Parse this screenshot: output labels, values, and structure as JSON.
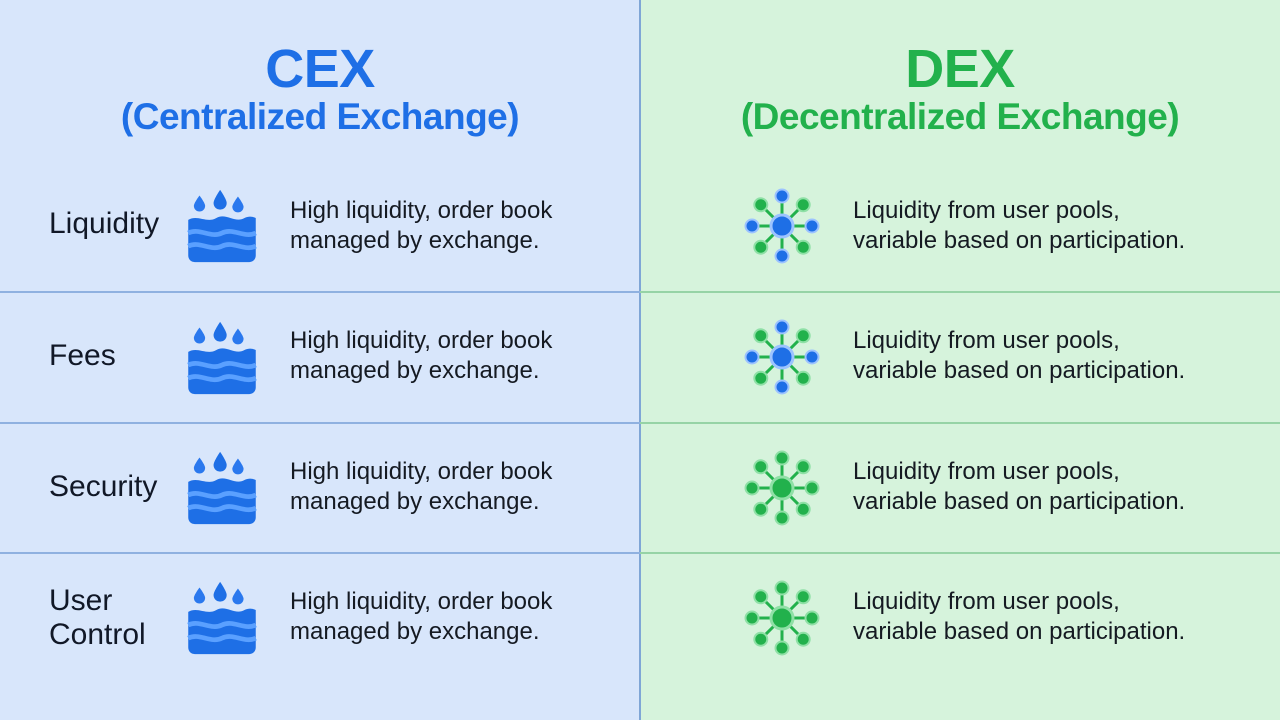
{
  "cex": {
    "title": "CEX",
    "subtitle": "(Centralized Exchange)",
    "icon": "water-drops-icon",
    "color": "#1e6fe6"
  },
  "dex": {
    "title": "DEX",
    "subtitle": "(Decentralized Exchange)",
    "icon": "network-nodes-icon",
    "color": "#22b14c"
  },
  "rows": [
    {
      "label": "Liquidity",
      "cex_line1": "High liquidity, order book",
      "cex_line2": "managed by exchange.",
      "dex_line1": "Liquidity from user pools,",
      "dex_line2": "variable based on participation."
    },
    {
      "label": "Fees",
      "cex_line1": "High liquidity, order book",
      "cex_line2": "managed by exchange.",
      "dex_line1": "Liquidity from user pools,",
      "dex_line2": "variable based on participation."
    },
    {
      "label": "Security",
      "cex_line1": "High liquidity, order book",
      "cex_line2": "managed by exchange.",
      "dex_line1": "Liquidity from user pools,",
      "dex_line2": "variable based on participation."
    },
    {
      "label_line1": "User",
      "label_line2": "Control",
      "cex_line1": "High liquidity, order book",
      "cex_line2": "managed by exchange.",
      "dex_line1": "Liquidity from user pools,",
      "dex_line2": "variable based on participation."
    }
  ]
}
